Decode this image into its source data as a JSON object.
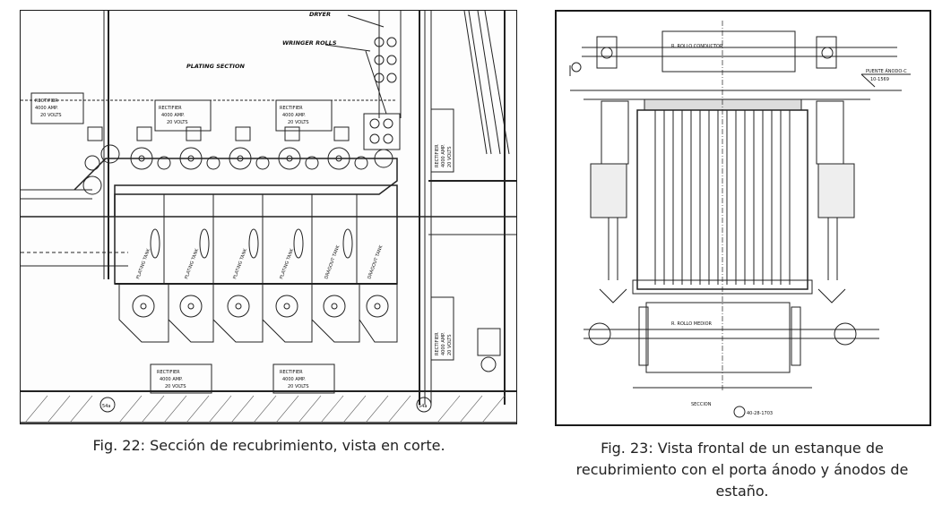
{
  "figure22": {
    "caption": "Fig. 22: Sección de recubrimiento, vista en corte.",
    "labels": {
      "dryer": "DRYER",
      "wringer": "WRINGER ROLLS",
      "plating_section": "PLATING SECTION",
      "rect_top_1": [
        "RECTIFIER",
        "4000 AMP.",
        "20 VOLTS"
      ],
      "rect_top_2": [
        "RECTIFIER",
        "4000 AMP.",
        "20 VOLTS"
      ],
      "rect_top_3": [
        "RECTIFIER",
        "4000 AMP.",
        "20 VOLTS"
      ],
      "rect_side": [
        "RECTIFIER",
        "4000 AMP.",
        "20 VOLTS"
      ],
      "rect_bottom_1": [
        "RECTIFIER",
        "4000 AMP.",
        "20 VOLTS"
      ],
      "rect_bottom_2": [
        "RECTIFIER",
        "4000 AMP.",
        "20 VOLTS"
      ],
      "rect_side_2": [
        "RECTIFIER",
        "4000 AMP.",
        "20 VOLTS"
      ],
      "tanks": [
        "PLATING TANK",
        "PLATING TANK",
        "PLATING TANK",
        "PLATING TANK",
        "DRAGOUT TANK",
        "DRAGOUT TANK"
      ],
      "column_1": "54a",
      "column_2": "54a"
    }
  },
  "figure23": {
    "caption": "Fig. 23: Vista frontal de un estanque de recubrimiento con el porta ánodo y ánodos de estaño.",
    "labels": {
      "roller_top": "R. ROLLO CONDUCTOR",
      "roller_bottom": "R. ROLLO MEDIOR",
      "bridge": "PUENTE ÁNODO-C",
      "bridge_ref": "10-1569",
      "section": "SECCION",
      "section_ref": "40-28-1703"
    }
  }
}
